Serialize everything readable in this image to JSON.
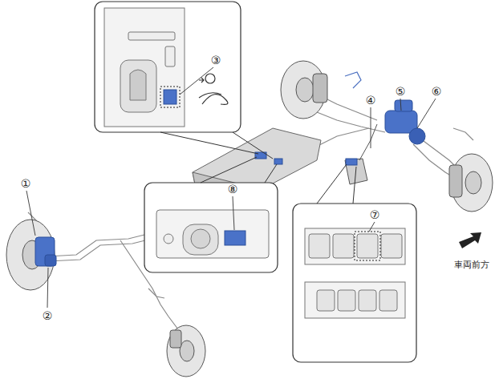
{
  "diagram": {
    "labels": [
      "①",
      "②",
      "③",
      "④",
      "⑤",
      "⑥",
      "⑦",
      "⑧",
      "車両前方"
    ]
  }
}
